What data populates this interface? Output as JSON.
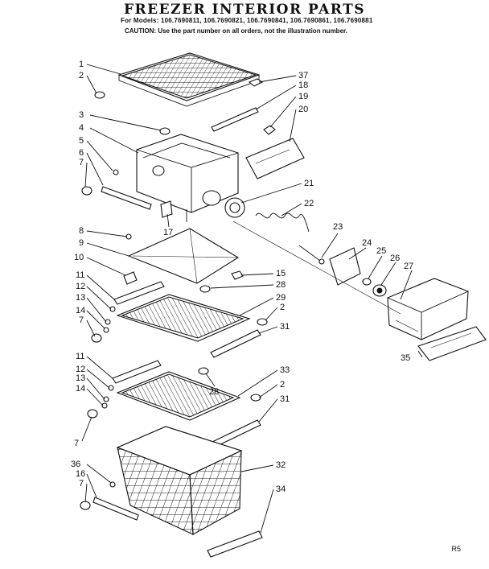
{
  "header": {
    "title": "FREEZER INTERIOR  PARTS",
    "models": "For Models: 106.7690811, 106.7690821, 106.7690841, 106.7690861, 106.7690881",
    "caution": "CAUTION: Use the part number on all orders, not the illustration number."
  },
  "footer": {
    "sheet": "R5"
  },
  "labels": {
    "l1": "1",
    "l2": "2",
    "l37": "37",
    "l18": "18",
    "l19": "19",
    "l20": "20",
    "l3": "3",
    "l4": "4",
    "l5": "5",
    "l6": "6",
    "l7a": "7",
    "l21": "21",
    "l22": "22",
    "l17": "17",
    "l8": "8",
    "l9": "9",
    "l10": "10",
    "l23": "23",
    "l24": "24",
    "l25": "25",
    "l26": "26",
    "l27": "27",
    "l15": "15",
    "l28a": "28",
    "l29": "29",
    "l11a": "11",
    "l12a": "12",
    "l13a": "13",
    "l14a": "14",
    "l7b": "7",
    "l2b": "2",
    "l31a": "31",
    "l35": "35",
    "l11b": "11",
    "l12b": "12",
    "l13b": "13",
    "l14b": "14",
    "l33": "33",
    "l28b": "28",
    "l2c": "2",
    "l31b": "31",
    "l7c": "7",
    "l32": "32",
    "l36": "36",
    "l16": "16",
    "l7d": "7",
    "l34": "34"
  }
}
